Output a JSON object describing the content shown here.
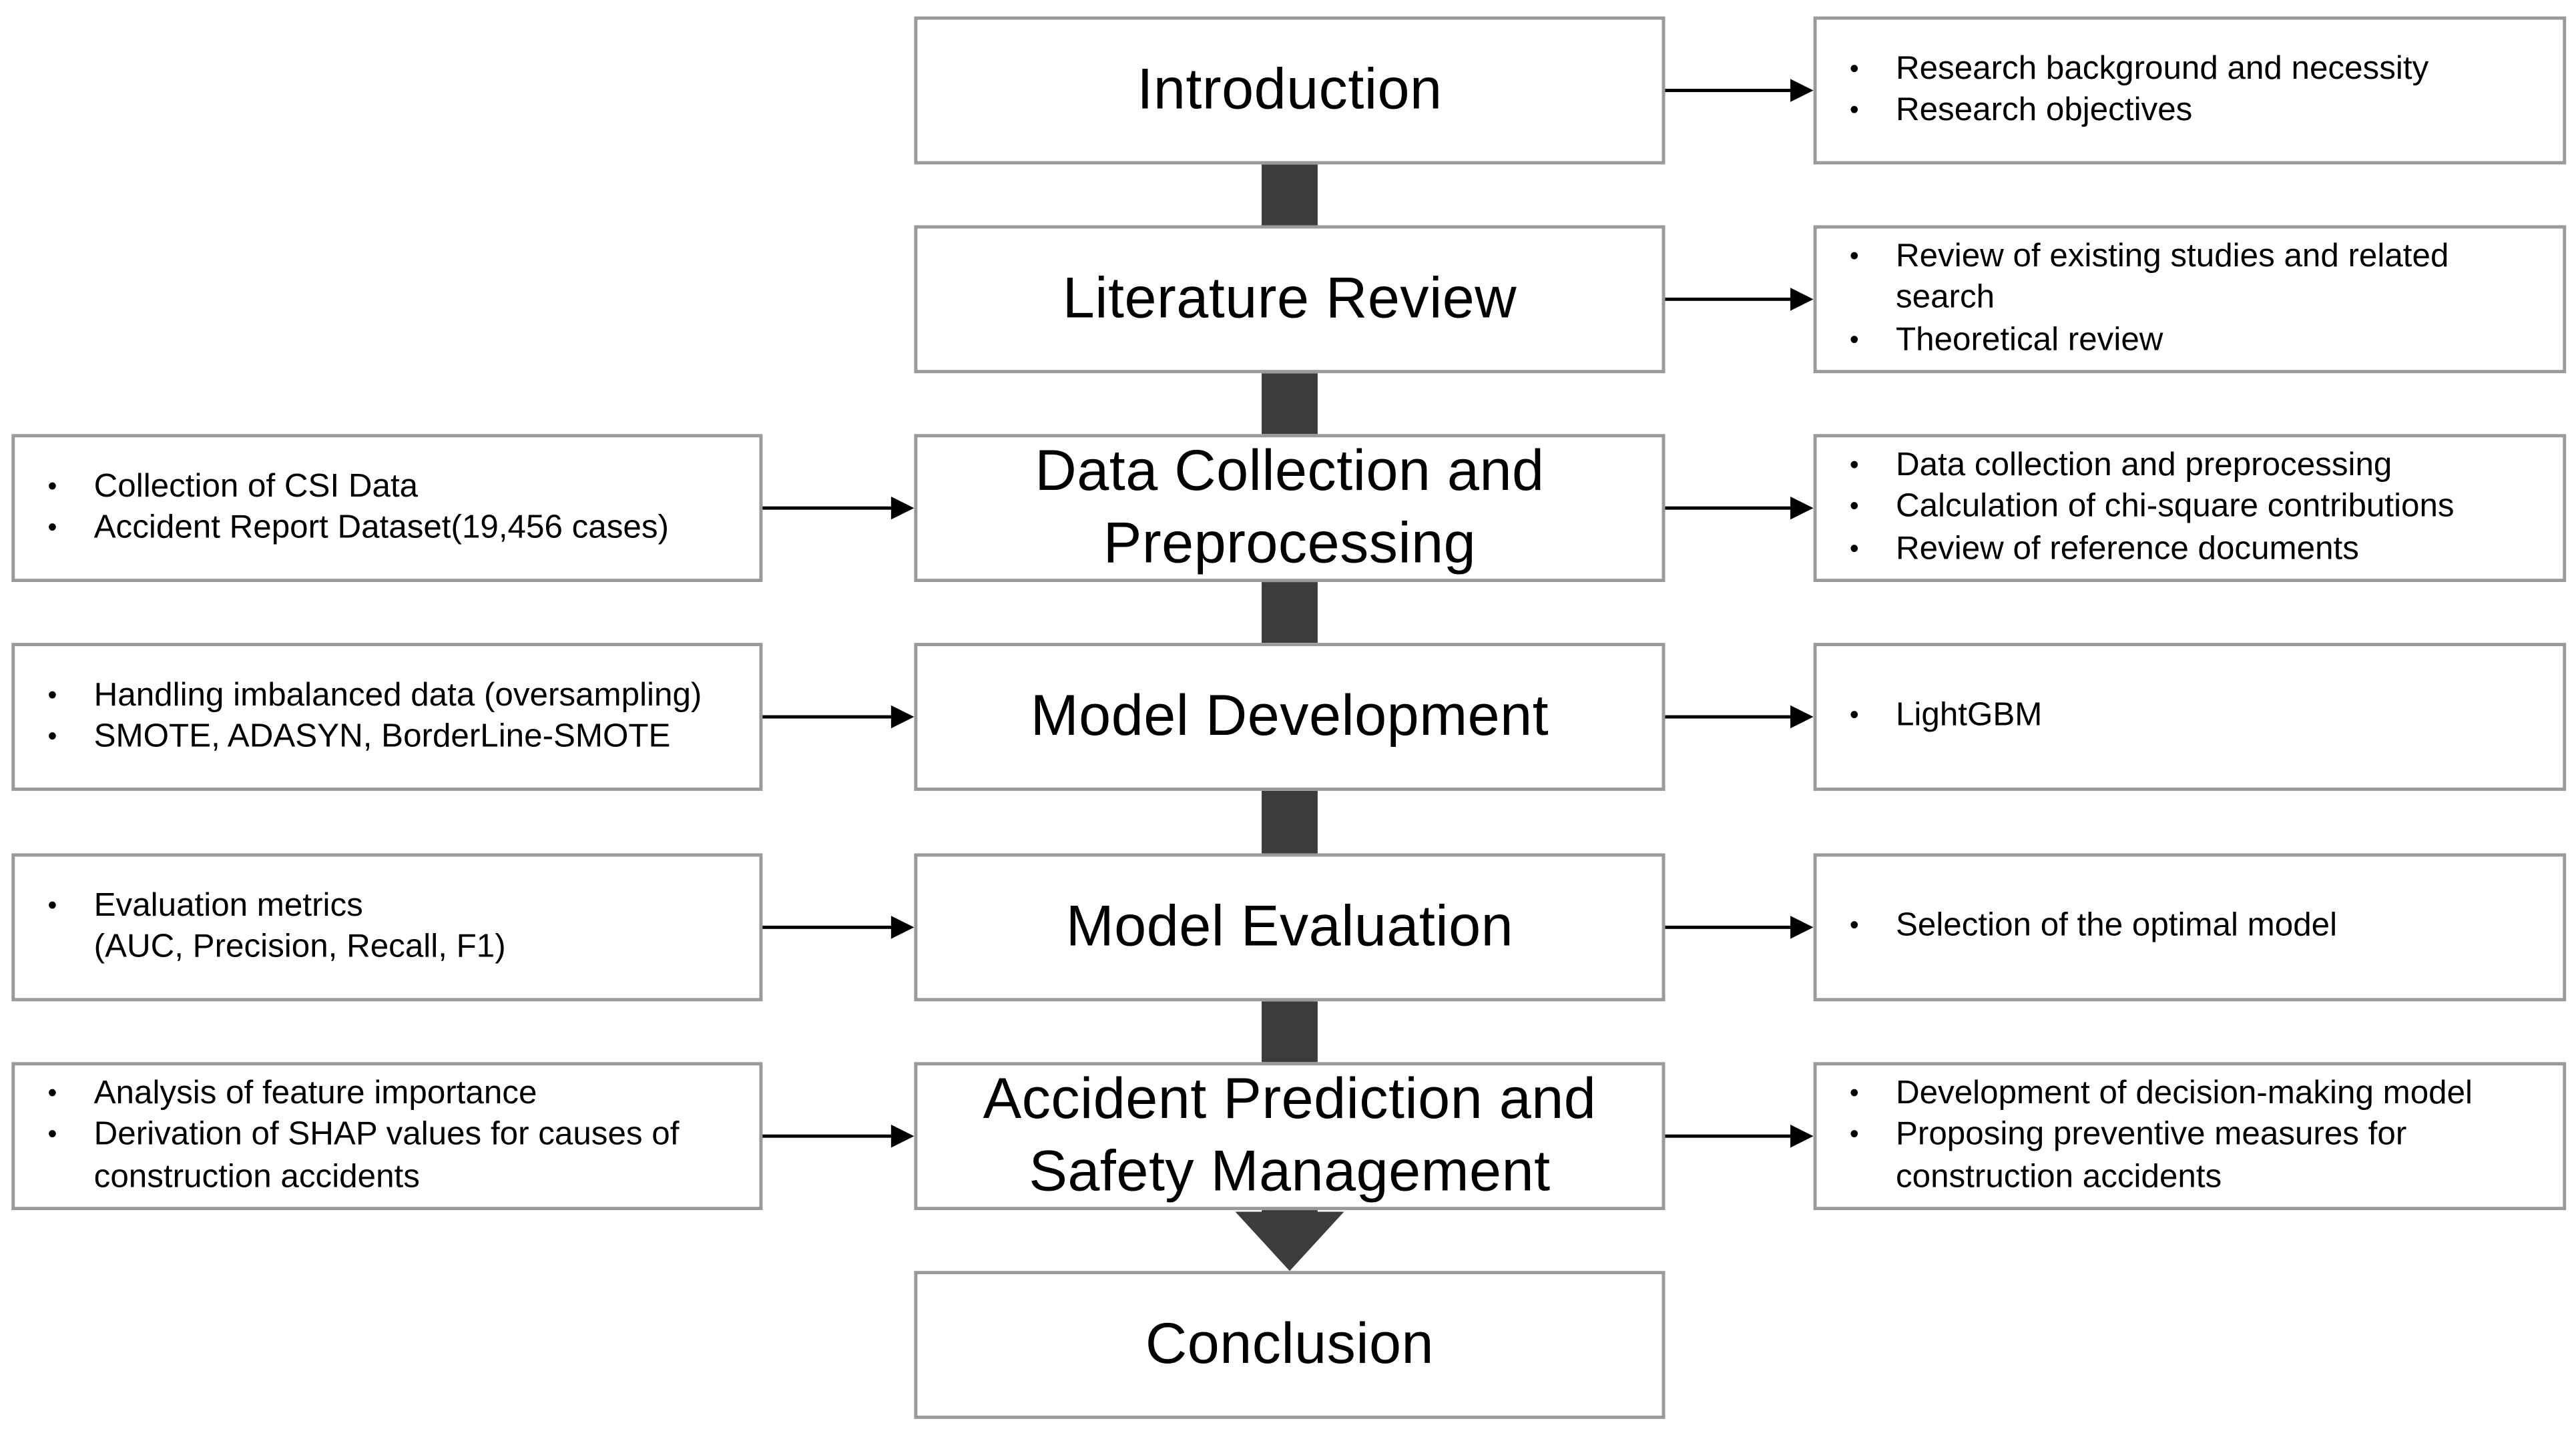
{
  "stages": [
    {
      "id": "introduction",
      "title": "Introduction"
    },
    {
      "id": "literature-review",
      "title": "Literature Review"
    },
    {
      "id": "data-collection",
      "title": "Data Collection and\nPreprocessing"
    },
    {
      "id": "model-development",
      "title": "Model Development"
    },
    {
      "id": "model-evaluation",
      "title": "Model Evaluation"
    },
    {
      "id": "accident-prediction",
      "title": "Accident Prediction and\nSafety Management"
    },
    {
      "id": "conclusion",
      "title": "Conclusion"
    }
  ],
  "right_notes": [
    {
      "stage": "introduction",
      "items": [
        "Research background and necessity",
        "Research objectives"
      ]
    },
    {
      "stage": "literature-review",
      "items": [
        "Review of existing studies and related\nsearch",
        "Theoretical review"
      ]
    },
    {
      "stage": "data-collection",
      "items": [
        "Data collection and preprocessing",
        "Calculation of chi-square contributions",
        "Review of reference documents"
      ]
    },
    {
      "stage": "model-development",
      "items": [
        "LightGBM"
      ]
    },
    {
      "stage": "model-evaluation",
      "items": [
        "Selection of the optimal model"
      ]
    },
    {
      "stage": "accident-prediction",
      "items": [
        "Development of decision-making model",
        "Proposing preventive measures for\nconstruction accidents"
      ]
    }
  ],
  "left_notes": [
    {
      "stage": "data-collection",
      "items": [
        "Collection of CSI Data",
        "Accident Report Dataset(19,456 cases)"
      ]
    },
    {
      "stage": "model-development",
      "items": [
        "Handling imbalanced data (oversampling)",
        "SMOTE, ADASYN, BorderLine-SMOTE"
      ]
    },
    {
      "stage": "model-evaluation",
      "items": [
        "Evaluation metrics",
        "(AUC, Precision, Recall, F1)"
      ],
      "continuation_from": 1
    },
    {
      "stage": "accident-prediction",
      "items": [
        "Analysis of feature importance",
        "Derivation of SHAP values for causes of\nconstruction accidents"
      ]
    }
  ]
}
